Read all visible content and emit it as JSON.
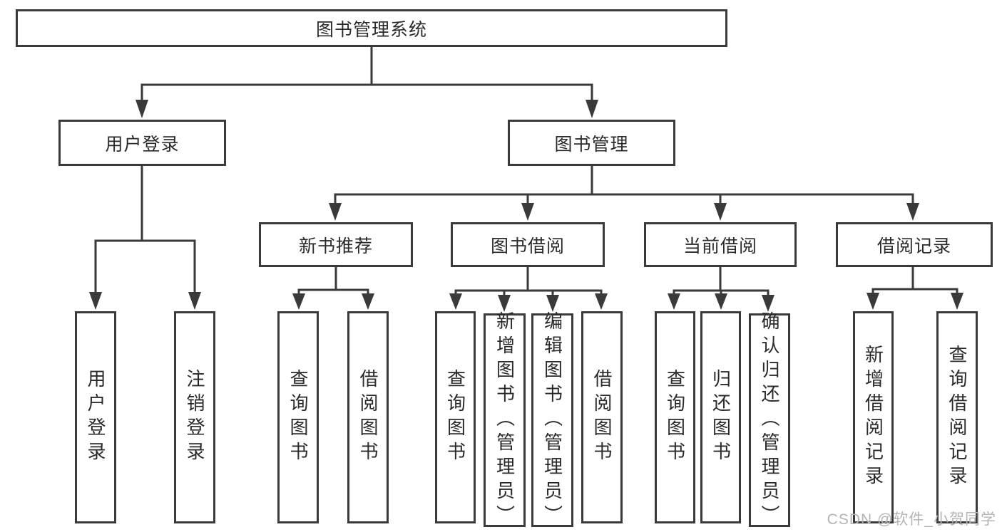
{
  "diagram": {
    "root": {
      "label": "图书管理系统"
    },
    "branches": [
      {
        "label": "用户登录",
        "children": [
          {
            "label": "用户登录"
          },
          {
            "label": "注销登录"
          }
        ]
      },
      {
        "label": "图书管理",
        "children": [
          {
            "label": "新书推荐",
            "children": [
              {
                "label": "查询图书"
              },
              {
                "label": "借阅图书"
              }
            ]
          },
          {
            "label": "图书借阅",
            "children": [
              {
                "label": "查询图书"
              },
              {
                "label": "新增图书（管理员）"
              },
              {
                "label": "编辑图书（管理员）"
              },
              {
                "label": "借阅图书"
              }
            ]
          },
          {
            "label": "当前借阅",
            "children": [
              {
                "label": "查询图书"
              },
              {
                "label": "归还图书"
              },
              {
                "label": "确认归还（管理员）"
              }
            ]
          },
          {
            "label": "借阅记录",
            "children": [
              {
                "label": "新增借阅记录"
              },
              {
                "label": "查询借阅记录"
              }
            ]
          }
        ]
      }
    ]
  },
  "watermark": {
    "text": "CSDN @软件_小贺同学"
  },
  "colors": {
    "line": "#3a3a3a",
    "box_border": "#3a3a3a",
    "text": "#2a2a2a",
    "background": "#ffffff",
    "watermark": "#b4b4b4"
  }
}
